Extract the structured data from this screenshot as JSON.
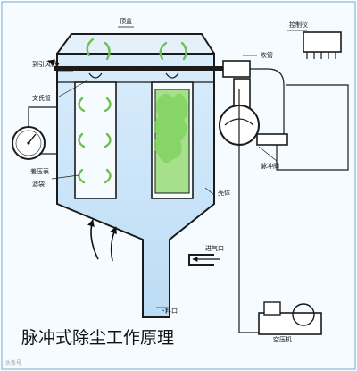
{
  "title": "脉冲式除尘工作原理",
  "labels": {
    "top_cover": "顶盖",
    "to_induced_fan": "到引风机",
    "venturi": "文氏管",
    "blowpipe": "吹管",
    "controller": "控制仪",
    "pulse_valve": "脉冲阀",
    "pressure_gauge": "差压表",
    "filter_bag": "滤袋",
    "housing": "壳体",
    "air_inlet": "进气口",
    "discharge": "下料口",
    "compressor": "空压机"
  },
  "watermark": "头条号",
  "colors": {
    "housing_fill": "#bcdcf5",
    "dust": "#7fd15f",
    "outline": "#1b1b1b"
  }
}
